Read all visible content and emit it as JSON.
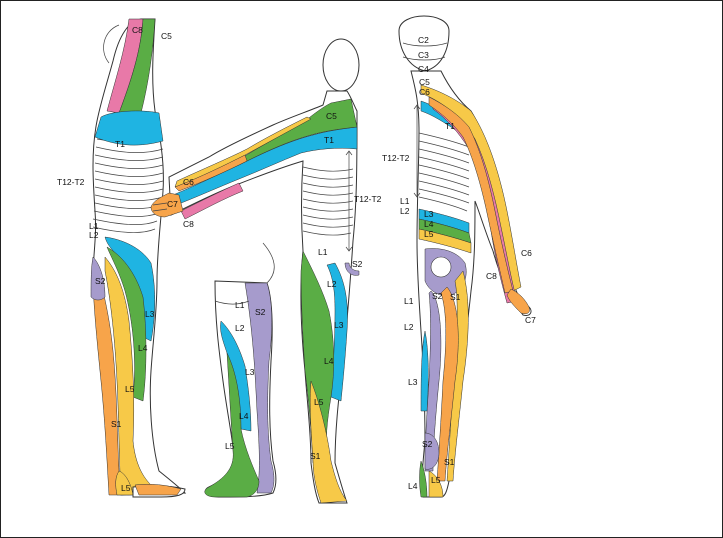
{
  "colors": {
    "pink": "#e879a8",
    "green": "#5aad45",
    "blue": "#1fb4e2",
    "orange": "#f7a44a",
    "yellow": "#f7c948",
    "lavender": "#a69bcc"
  },
  "labels": {
    "left": {
      "c8": "C8",
      "c5": "C5",
      "t1": "T1",
      "t12t2": "T12-T2",
      "l1": "L1",
      "l2": "L2",
      "s2": "S2",
      "l3": "L3",
      "l4": "L4",
      "l5": "L5",
      "s1": "S1",
      "l5_foot": "L5"
    },
    "middle": {
      "c5": "C5",
      "t1": "T1",
      "c6": "C6",
      "c7": "C7",
      "c8": "C8",
      "t12t2": "T12-T2",
      "s2": "S2",
      "l1": "L1",
      "l2": "L2",
      "l3": "L3",
      "l4": "L4",
      "l5": "L5",
      "s1": "S1"
    },
    "leg": {
      "l1": "L1",
      "s2": "S2",
      "l2": "L2",
      "l3": "L3",
      "l4": "L4",
      "l5": "L5"
    },
    "back": {
      "c2": "C2",
      "c3": "C3",
      "c4": "C4",
      "c5": "C5",
      "c6": "C6",
      "t1": "T1",
      "t12t2": "T12-T2",
      "l1": "L1",
      "l2": "L2",
      "l3": "L3",
      "l4": "L4",
      "l5": "L5",
      "s2": "S2",
      "s1": "S1",
      "l1_leg": "L1",
      "l2_leg": "L2",
      "l3_leg": "L3",
      "c6_arm": "C6",
      "c8_arm": "C8",
      "c7_arm": "C7",
      "s2_foot": "S2",
      "s1_foot": "S1",
      "l4_foot": "L4",
      "l5_foot": "L5"
    }
  }
}
